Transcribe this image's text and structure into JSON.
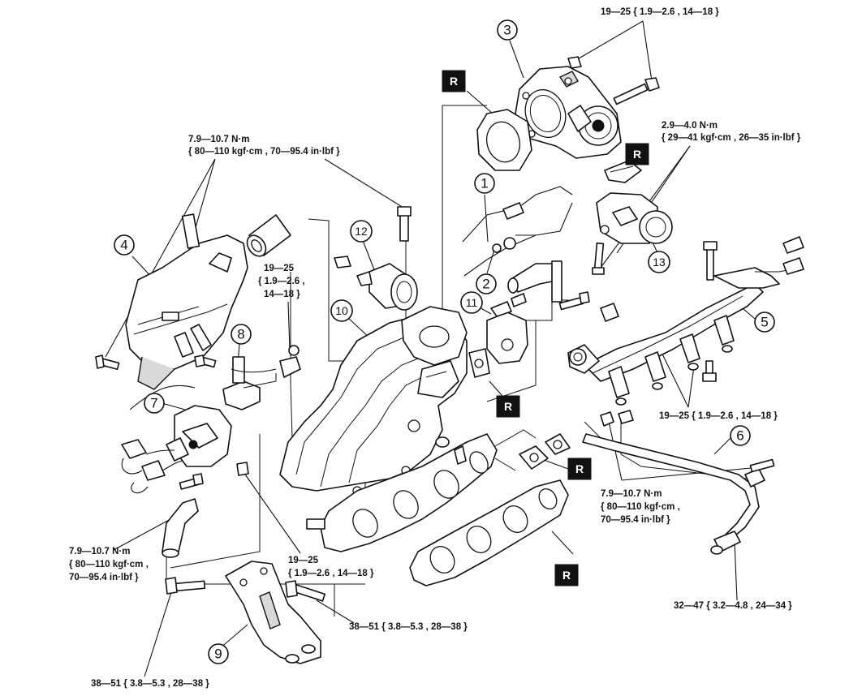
{
  "torque_labels": {
    "throttle_body_bolts": "19—25 { 1.9—2.6 , 14—18 }",
    "iac_valve_nm": "2.9—4.0 N·m",
    "iac_valve_units": "{ 29—41 kgf·cm , 26—35 in·lbf }",
    "upper_bolt_nm": "7.9—10.7 N·m",
    "upper_bolt_units": "{ 80—110 kgf·cm , 70—95.4 in·lbf }",
    "bracket_line1": "19—25",
    "bracket_line2": "{ 1.9—2.6 ,",
    "bracket_line3": "14—18 }",
    "injector_rail": "19—25 { 1.9—2.6 , 14—18 }",
    "pipe_bolt_nm": "7.9—10.7 N·m",
    "pipe_bolt_line2": "{ 80—110 kgf·cm ,",
    "pipe_bolt_line3": "70—95.4 in·lbf }",
    "left_bolt_nm": "7.9—10.7 N·m",
    "left_bolt_line2": "{ 80—110 kgf·cm ,",
    "left_bolt_line3": "70—95.4 in·lbf }",
    "manifold_line1": "19—25",
    "manifold_line2": "{ 1.9—2.6 , 14—18 }",
    "fitting": "32—47 { 3.2—4.8 , 24—34 }",
    "bracket_bolt_right": "38—51 { 3.8—5.3 , 28—38 }",
    "bracket_bolt_left": "38—51 { 3.8—5.3 , 28—38 }"
  },
  "callouts": {
    "c1": "1",
    "c2": "2",
    "c3": "3",
    "c4": "4",
    "c5": "5",
    "c6": "6",
    "c7": "7",
    "c8": "8",
    "c9": "9",
    "c10": "10",
    "c11": "11",
    "c12": "12",
    "c13": "13"
  },
  "replace_marker": "R"
}
